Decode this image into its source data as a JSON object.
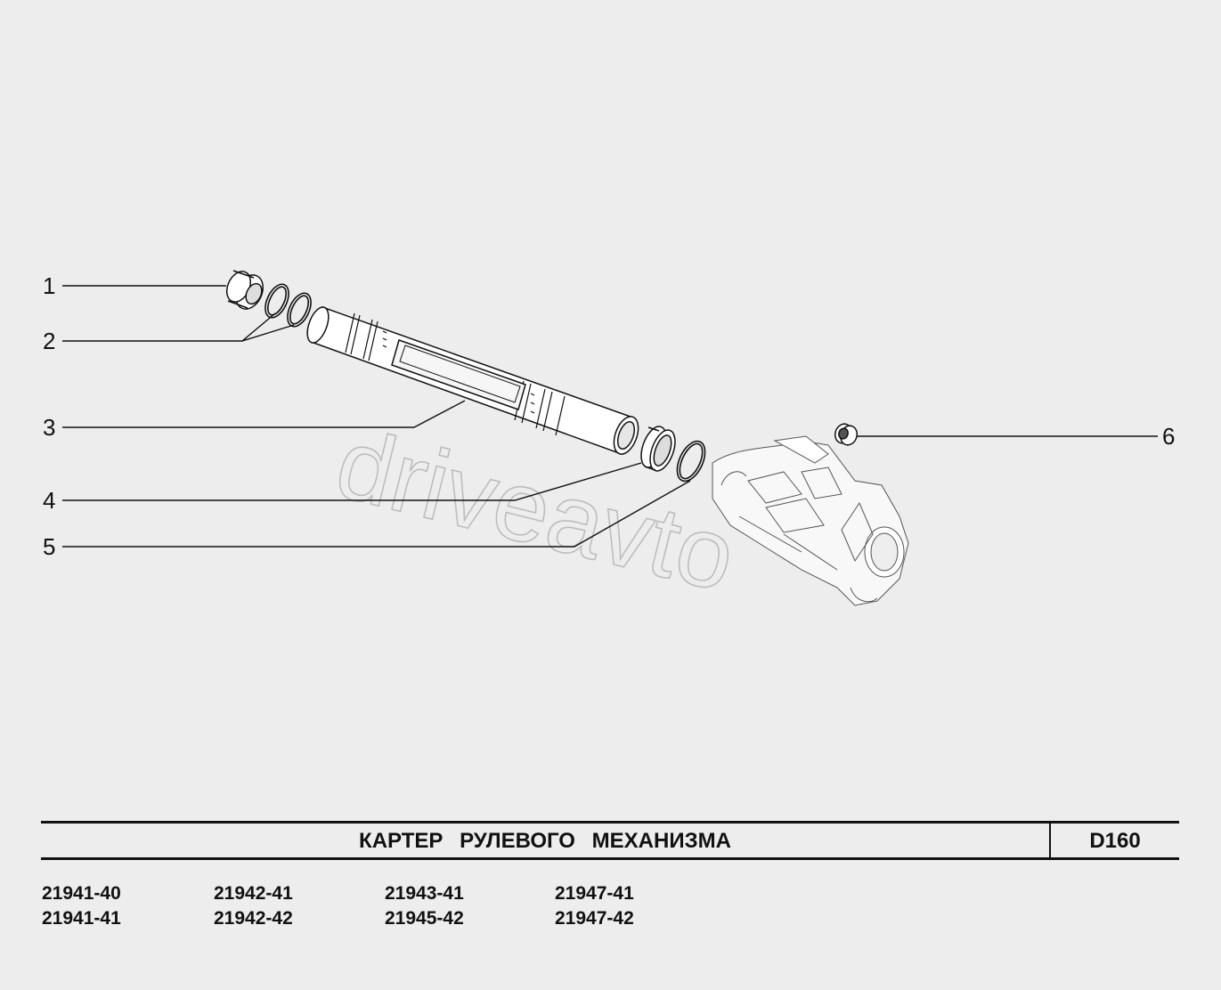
{
  "watermark": "driveavto",
  "callouts": [
    {
      "num": "1",
      "part": "part-1"
    },
    {
      "num": "2",
      "part": "part-2"
    },
    {
      "num": "3",
      "part": "part-3"
    },
    {
      "num": "4",
      "part": "part-4"
    },
    {
      "num": "5",
      "part": "part-5"
    },
    {
      "num": "6",
      "part": "part-6"
    }
  ],
  "title": {
    "name": "КАРТЕР РУЛЕВОГО МЕХАНИЗМА",
    "code": "D160"
  },
  "models": [
    [
      "21941-40",
      "21941-41"
    ],
    [
      "21942-41",
      "21942-42"
    ],
    [
      "21943-41",
      "21945-42"
    ],
    [
      "21947-41",
      "21947-42"
    ]
  ],
  "colors": {
    "background": "#ededed",
    "ink": "#111111",
    "watermark": "#cfcfcf"
  }
}
